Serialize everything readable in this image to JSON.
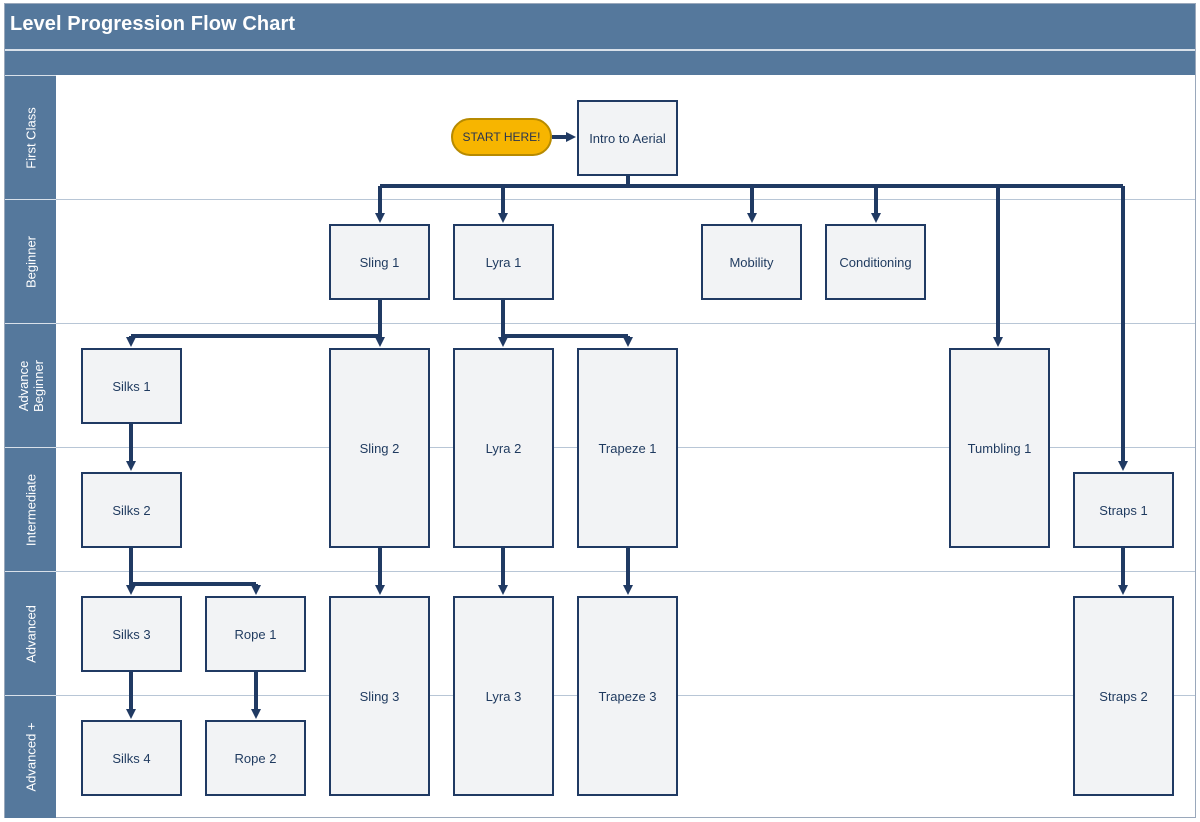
{
  "title": "Level Progression Flow Chart",
  "lanes": [
    "First Class",
    "Beginner",
    "Advance Beginner",
    "Intermediate",
    "Advanced",
    "Advanced +"
  ],
  "start_label": "START HERE!",
  "nodes": {
    "intro": "Intro to Aerial",
    "sling1": "Sling 1",
    "lyra1": "Lyra 1",
    "mobility": "Mobility",
    "conditioning": "Conditioning",
    "silks1": "Silks 1",
    "sling2": "Sling 2",
    "lyra2": "Lyra 2",
    "trapeze1": "Trapeze 1",
    "tumbling1": "Tumbling 1",
    "silks2": "Silks 2",
    "straps1": "Straps 1",
    "silks3": "Silks 3",
    "rope1": "Rope 1",
    "sling3": "Sling 3",
    "lyra3": "Lyra 3",
    "trapeze3": "Trapeze 3",
    "straps2": "Straps 2",
    "silks4": "Silks 4",
    "rope2": "Rope 2"
  },
  "colors": {
    "header": "#55789c",
    "connector": "#203a63",
    "node_fill": "#f2f3f5",
    "start_fill": "#f7b500"
  }
}
